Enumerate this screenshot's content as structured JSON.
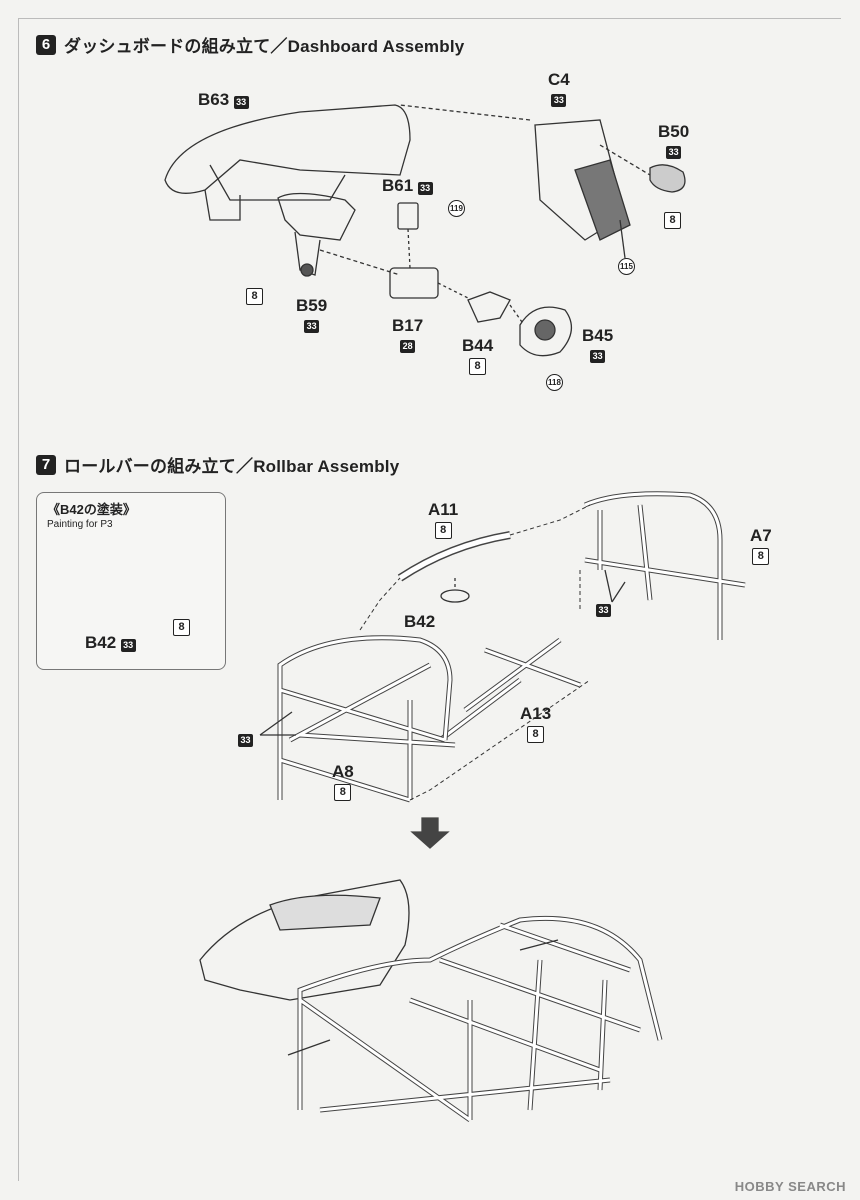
{
  "step6": {
    "number": "6",
    "title": "ダッシュボードの組み立て／Dashboard Assembly"
  },
  "step7": {
    "number": "7",
    "title": "ロールバーの組み立て／Rollbar Assembly"
  },
  "parts": {
    "b63": {
      "code": "B63",
      "badge": "33"
    },
    "c4": {
      "code": "C4",
      "badge": "33"
    },
    "b50": {
      "code": "B50",
      "badge": "33",
      "box": "8"
    },
    "b61": {
      "code": "B61",
      "badge": "33"
    },
    "b59": {
      "code": "B59",
      "badge": "33",
      "box": "8"
    },
    "b17": {
      "code": "B17",
      "badge": "28"
    },
    "b44": {
      "code": "B44",
      "box": "8"
    },
    "b45": {
      "code": "B45",
      "badge": "33"
    },
    "a11": {
      "code": "A11",
      "box": "8"
    },
    "a7": {
      "code": "A7",
      "box": "8"
    },
    "b42": {
      "code": "B42"
    },
    "a13": {
      "code": "A13",
      "box": "8"
    },
    "a8": {
      "code": "A8",
      "box": "8"
    },
    "rollbar_badge_right": "33",
    "rollbar_badge_left": "33"
  },
  "decals": {
    "d119": "119",
    "d115": "115",
    "d118": "118"
  },
  "inset": {
    "title": "《B42の塗装》",
    "subtitle": "Painting for P3",
    "code": "B42",
    "badge": "33",
    "box": "8"
  },
  "watermark": "HOBBY SEARCH"
}
